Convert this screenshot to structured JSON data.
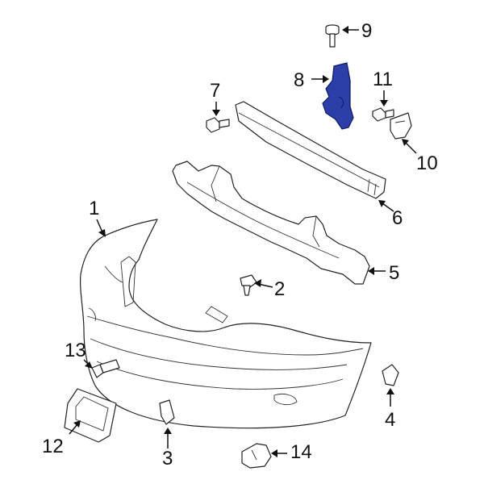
{
  "diagram": {
    "highlight_color": "#2c3ea8",
    "callouts": [
      {
        "id": "1",
        "label": "1"
      },
      {
        "id": "2",
        "label": "2"
      },
      {
        "id": "3",
        "label": "3"
      },
      {
        "id": "4",
        "label": "4"
      },
      {
        "id": "5",
        "label": "5"
      },
      {
        "id": "6",
        "label": "6"
      },
      {
        "id": "7",
        "label": "7"
      },
      {
        "id": "8",
        "label": "8"
      },
      {
        "id": "9",
        "label": "9"
      },
      {
        "id": "10",
        "label": "10"
      },
      {
        "id": "11",
        "label": "11"
      },
      {
        "id": "12",
        "label": "12"
      },
      {
        "id": "13",
        "label": "13"
      },
      {
        "id": "14",
        "label": "14"
      }
    ]
  }
}
